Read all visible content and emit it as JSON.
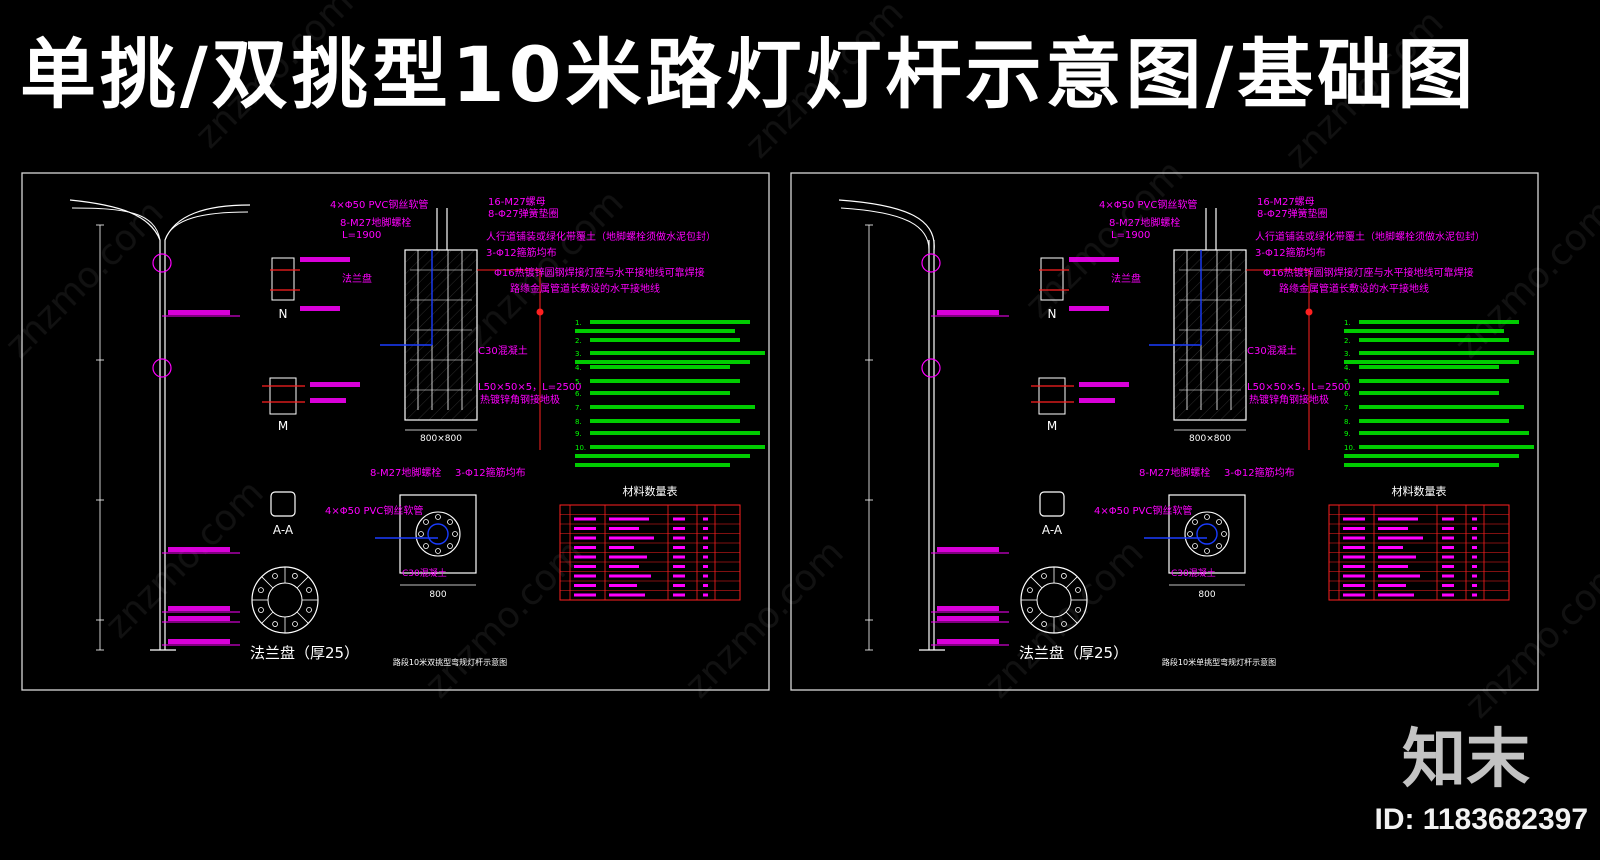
{
  "title": "单挑/双挑型10米路灯灯杆示意图/基础图",
  "watermark": "znzmo.com",
  "logo_text": "知末",
  "id_label": "ID: 1183682397",
  "colors": {
    "magenta": "#ff00ff",
    "green": "#00ff00",
    "red": "#ff2020",
    "white": "#ffffff",
    "frame": "#d8d8d8",
    "blue": "#1a3cff"
  },
  "sheets": [
    {
      "caption": "路段10米双挑型弯规灯杆示意图",
      "flange_label": "法兰盘（厚25）",
      "section_label": "A-A",
      "table_title": "材料数量表",
      "labels": {
        "conduit_top": "4×Φ50 PVC钢丝软管",
        "bolt_top": "8-M27地脚螺栓",
        "l1900": "L=1900",
        "nut": "16-M27螺母",
        "washer": "8-Φ27弹簧垫圈",
        "sidewalk": "人行道铺装或绿化带覆土（地脚螺栓须做水泥包封）",
        "rebar": "3-Φ12箍筋均布",
        "ground_bar": "Φ16热镀锌圆钢焊接灯座与水平接地线可靠焊接",
        "ground_line": "路缘金属管道长敷设的水平接地线",
        "flange": "法兰盘",
        "concrete": "C30混凝土",
        "angle": "L50×50×5，L=2500",
        "angle2": "热镀锌角钢接地极",
        "base_dim": "800×800",
        "bolt_plan": "8-M27地脚螺栓",
        "rebar_plan": "3-Φ12箍筋均布",
        "conduit_plan": "4×Φ50 PVC钢丝软管",
        "concrete_plan": "C30混凝土",
        "dim_800": "800",
        "n_label": "N",
        "m_label": "M"
      },
      "notes": [
        "1.",
        "2.",
        "3.",
        "4.",
        "5.",
        "6.",
        "7.",
        "8.",
        "9.",
        "10."
      ]
    },
    {
      "caption": "路段10米单挑型弯规灯杆示意图",
      "flange_label": "法兰盘（厚25）",
      "section_label": "A-A",
      "table_title": "材料数量表",
      "labels": {
        "conduit_top": "4×Φ50 PVC钢丝软管",
        "bolt_top": "8-M27地脚螺栓",
        "l1900": "L=1900",
        "nut": "16-M27螺母",
        "washer": "8-Φ27弹簧垫圈",
        "sidewalk": "人行道铺装或绿化带覆土（地脚螺栓须做水泥包封）",
        "rebar": "3-Φ12箍筋均布",
        "ground_bar": "Φ16热镀锌圆钢焊接灯座与水平接地线可靠焊接",
        "ground_line": "路缘金属管道长敷设的水平接地线",
        "flange": "法兰盘",
        "concrete": "C30混凝土",
        "angle": "L50×50×5，L=2500",
        "angle2": "热镀锌角钢接地极",
        "base_dim": "800×800",
        "bolt_plan": "8-M27地脚螺栓",
        "rebar_plan": "3-Φ12箍筋均布",
        "conduit_plan": "4×Φ50 PVC钢丝软管",
        "concrete_plan": "C30混凝土",
        "dim_800": "800",
        "n_label": "N",
        "m_label": "M"
      },
      "notes": [
        "1.",
        "2.",
        "3.",
        "4.",
        "5.",
        "6.",
        "7.",
        "8.",
        "9.",
        "10."
      ]
    }
  ]
}
